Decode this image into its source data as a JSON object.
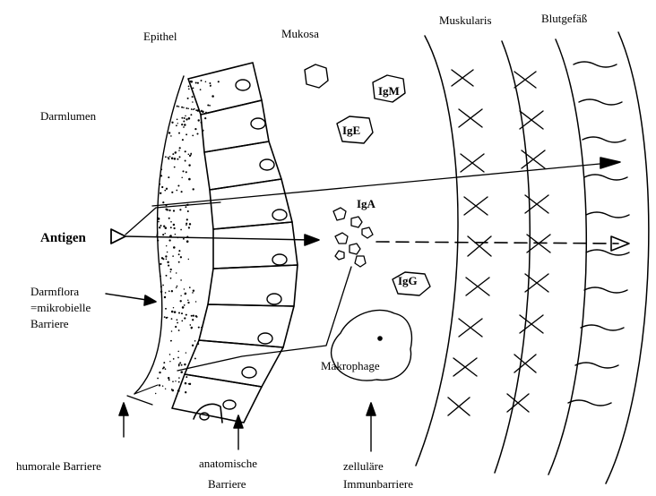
{
  "labels": {
    "epithel": "Epithel",
    "mukosa": "Mukosa",
    "muskularis": "Muskularis",
    "blutgefaess": "Blutgefäß",
    "darmlumen": "Darmlumen",
    "igm": "IgM",
    "ige": "IgE",
    "iga": "IgA",
    "igg": "IgG",
    "antigen": "Antigen",
    "darmflora_1": "Darmflora",
    "darmflora_2": "=mikrobielle",
    "darmflora_3": "Barriere",
    "makrophage": "Makrophage",
    "humorale": "humorale Barriere",
    "anatomische_1": "anatomische",
    "anatomische_2": "Barriere",
    "zellulaere_1": "zelluläre",
    "zellulaere_2": "Immunbarriere"
  },
  "colors": {
    "ink": "#000000",
    "background": "#ffffff"
  }
}
